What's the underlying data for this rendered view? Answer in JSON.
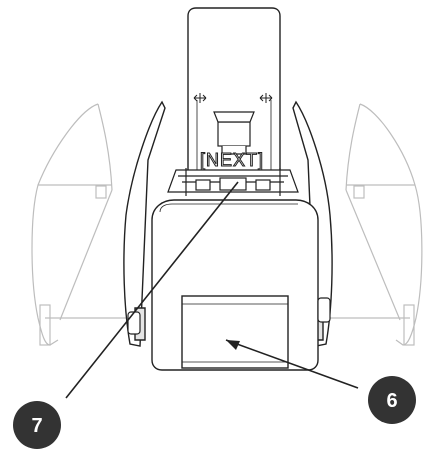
{
  "diagram": {
    "brand_label": "[NEXT]",
    "callouts": [
      {
        "id": "7",
        "label": "7"
      },
      {
        "id": "6",
        "label": "6"
      }
    ],
    "icons": [
      "horizontal-arrows-icon",
      "horizontal-arrows-icon"
    ]
  }
}
